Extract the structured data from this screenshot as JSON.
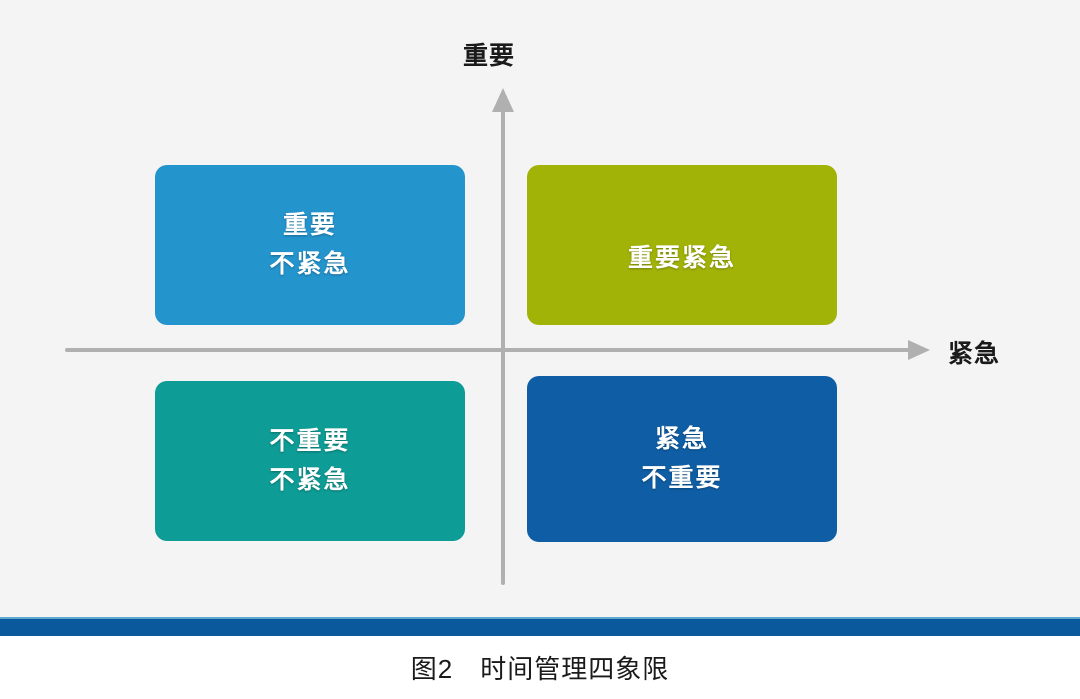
{
  "figure": {
    "caption_number": "图2",
    "caption_title": "时间管理四象限",
    "caption_full": "图2　时间管理四象限",
    "background_color": "#f4f4f4",
    "page_color": "#ffffff"
  },
  "axes": {
    "vertical": {
      "label": "重要",
      "arrow_icon": "arrow-up-icon",
      "color": "#b0b0b0"
    },
    "horizontal": {
      "label": "紧急",
      "arrow_icon": "arrow-right-icon",
      "color": "#b0b0b0"
    }
  },
  "quadrants": [
    {
      "id": "important-not-urgent",
      "position": "top-left",
      "lines": [
        "重要",
        "不紧急"
      ],
      "color": "#2494cd",
      "shadow_color": "#1b6f9c"
    },
    {
      "id": "important-urgent",
      "position": "top-right",
      "lines": [
        "重要紧急"
      ],
      "color": "#a2b307",
      "shadow_color": "#7c8905"
    },
    {
      "id": "not-important-not-urgent",
      "position": "bottom-left",
      "lines": [
        "不重要",
        "不紧急"
      ],
      "color": "#0e9c96",
      "shadow_color": "#0a7672"
    },
    {
      "id": "urgent-not-important",
      "position": "bottom-right",
      "lines": [
        "紧急",
        "不重要"
      ],
      "color": "#0f5ea5",
      "shadow_color": "#0b4679"
    }
  ],
  "separator": {
    "color": "#09599c",
    "top_edge_color": "#5fa8cd"
  }
}
